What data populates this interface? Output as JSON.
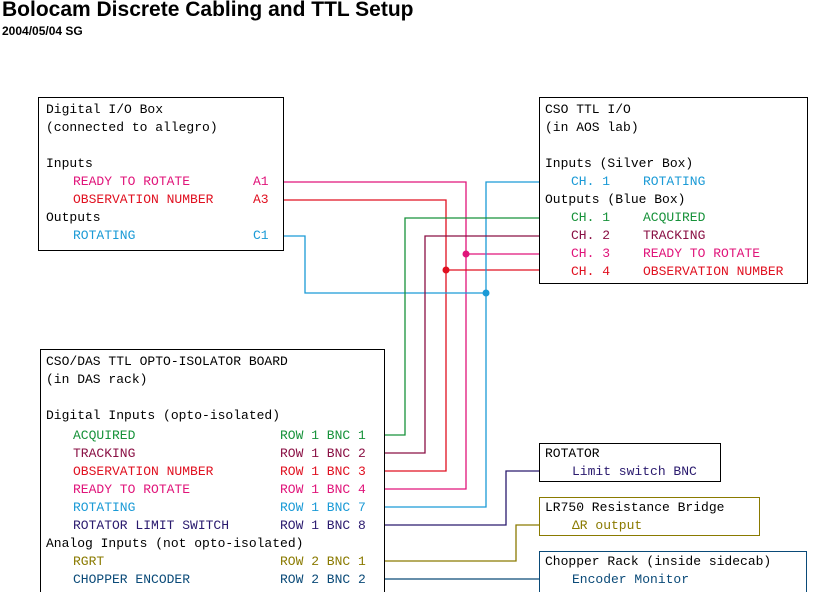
{
  "header": {
    "title": "Bolocam Discrete Cabling and TTL Setup",
    "subtitle": "2004/05/04 SG"
  },
  "colors": {
    "magenta": "#e0147a",
    "red": "#e01020",
    "cyan": "#1a9ad6",
    "green": "#17923a",
    "maroon": "#8a1044",
    "navy": "#2a1a6e",
    "olive": "#8a7a00",
    "teal": "#0a4a78",
    "black": "#000000"
  },
  "digital_io": {
    "title": "Digital I/O Box",
    "subtitle": "(connected to allegro)",
    "inputs_label": "Inputs",
    "outputs_label": "Outputs",
    "signals": [
      {
        "name": "READY TO ROTATE",
        "port": "A1"
      },
      {
        "name": "OBSERVATION NUMBER",
        "port": "A3"
      },
      {
        "name": "ROTATING",
        "port": "C1"
      }
    ]
  },
  "cso_ttl": {
    "title": "CSO TTL I/O",
    "subtitle": "(in AOS lab)",
    "inputs_label": "Inputs (Silver Box)",
    "outputs_label": "Outputs (Blue Box)",
    "inputs": [
      {
        "channel": "CH. 1",
        "name": "ROTATING"
      }
    ],
    "outputs": [
      {
        "channel": "CH. 1",
        "name": "ACQUIRED"
      },
      {
        "channel": "CH. 2",
        "name": "TRACKING"
      },
      {
        "channel": "CH. 3",
        "name": "READY TO ROTATE"
      },
      {
        "channel": "CH. 4",
        "name": "OBSERVATION NUMBER"
      }
    ]
  },
  "opto_board": {
    "title": "CSO/DAS TTL OPTO-ISOLATOR BOARD",
    "subtitle": "(in DAS rack)",
    "digital_label": "Digital Inputs (opto-isolated)",
    "analog_label": "Analog Inputs (not opto-isolated)",
    "digital": [
      {
        "name": "ACQUIRED",
        "port": "ROW 1 BNC 1"
      },
      {
        "name": "TRACKING",
        "port": "ROW 1 BNC 2"
      },
      {
        "name": "OBSERVATION NUMBER",
        "port": "ROW 1 BNC 3"
      },
      {
        "name": "READY TO ROTATE",
        "port": "ROW 1 BNC 4"
      },
      {
        "name": "ROTATING",
        "port": "ROW 1 BNC 7"
      },
      {
        "name": "ROTATOR LIMIT SWITCH",
        "port": "ROW 1 BNC 8"
      }
    ],
    "analog": [
      {
        "name": "RGRT",
        "port": "ROW 2 BNC 1"
      },
      {
        "name": "CHOPPER ENCODER",
        "port": "ROW 2 BNC 2"
      }
    ]
  },
  "rotator": {
    "title": "ROTATOR",
    "item": "Limit switch BNC"
  },
  "lr750": {
    "title": "LR750 Resistance Bridge",
    "item": "ΔR output"
  },
  "chopper": {
    "title": "Chopper Rack (inside sidecab)",
    "item": "Encoder Monitor"
  }
}
